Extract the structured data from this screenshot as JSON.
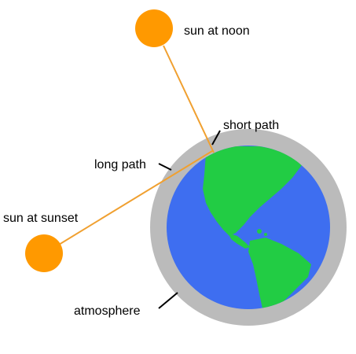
{
  "labels": {
    "sun_noon": "sun at noon",
    "short_path": "short path",
    "long_path": "long path",
    "sun_sunset": "sun at sunset",
    "atmosphere": "atmosphere"
  },
  "colors": {
    "sun": "#ff9900",
    "ray": "#f0a030",
    "atmosphere": "#bbbbbb",
    "ocean": "#3e6ef0",
    "land": "#22cc44",
    "pointer": "#000000"
  },
  "icons": {
    "sun_noon": "sun-icon",
    "sun_sunset": "sun-icon",
    "earth": "earth-globe-icon"
  }
}
